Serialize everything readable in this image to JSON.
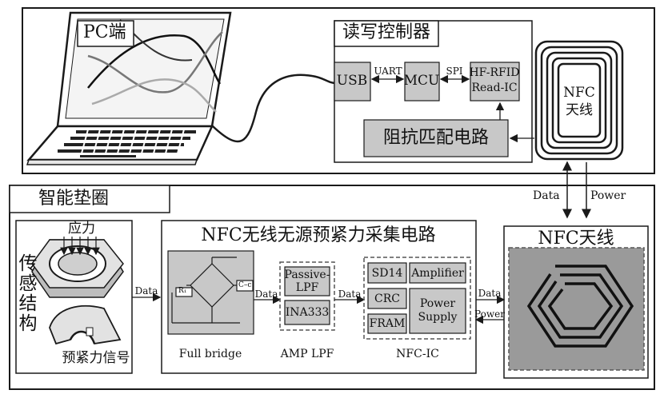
{
  "pc": {
    "title": "PC端"
  },
  "reader": {
    "title": "读写控制器",
    "usb": "USB",
    "uart": "UART",
    "mcu": "MCU",
    "spi": "SPI",
    "rfid_line1": "HF-RFID",
    "rfid_line2": "Read-IC",
    "impedance": "阻抗匹配电路",
    "antenna_line1": "NFC",
    "antenna_line2": "天线"
  },
  "link": {
    "data": "Data",
    "power": "Power"
  },
  "washer": {
    "title": "智能垫圈",
    "sensor": {
      "vertical_label": [
        "传",
        "感",
        "结",
        "构"
      ],
      "stress": "应力",
      "signal": "预紧力信号",
      "data": "Data"
    },
    "circuit": {
      "title": "NFC无线无源预紧力采集电路",
      "bridge_caption": "Full bridge",
      "r1": "R₁",
      "cc": "C–c",
      "data1": "Data",
      "amp": {
        "line1": "Passive-",
        "line2": "LPF",
        "ina": "INA333",
        "caption": "AMP LPF"
      },
      "data2": "Data",
      "ic": {
        "sd14": "SD14",
        "amplifier": "Amplifier",
        "crc": "CRC",
        "power1": "Power",
        "power2": "Supply",
        "fram": "FRAM",
        "caption": "NFC-IC"
      }
    },
    "out_data": "Data",
    "out_power": "Power",
    "antenna": {
      "title": "NFC天线"
    }
  },
  "colors": {
    "block_fill": "#c8c8c8",
    "stroke": "#1a1a1a",
    "antenna_bg": "#9a9a9a",
    "dash": "#555555"
  }
}
